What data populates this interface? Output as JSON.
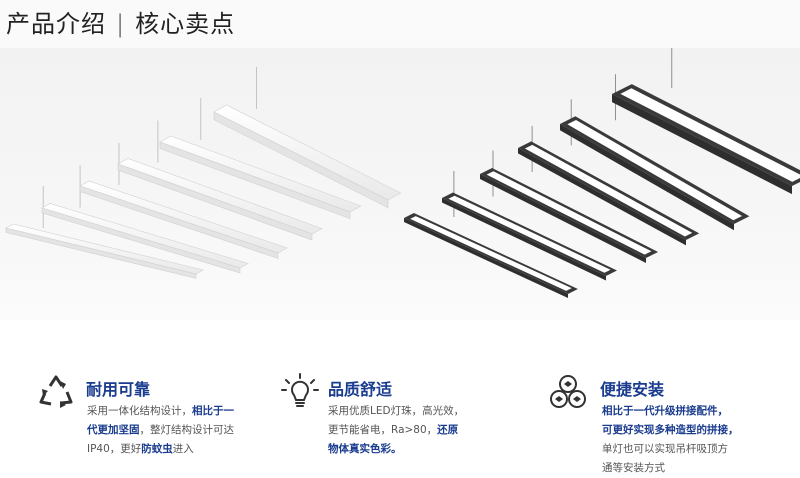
{
  "header": {
    "title_left": "产品介绍",
    "separator": "|",
    "title_right": "核心卖点"
  },
  "hero": {
    "white_fixtures_count": 6,
    "black_fixtures_count": 6
  },
  "features": [
    {
      "icon": "recycle-icon",
      "title": "耐用可靠",
      "line1_a": "采用一体化结构设计，",
      "line1_b": "相比于一",
      "line2_a": "代更加坚固",
      "line2_b": "，整灯结构设计可达",
      "line3_a": "IP40，更好",
      "line3_b": "防蚊虫",
      "line3_c": "进入"
    },
    {
      "icon": "lightbulb-icon",
      "title": "品质舒适",
      "line1": "采用优质LED灯珠，高光效，",
      "line2_a": "更节能省电，Ra>80，",
      "line2_b": "还原",
      "line3": "物体真实色彩。"
    },
    {
      "icon": "splice-icon",
      "title": "便捷安装",
      "line1": "相比于一代升级拼接配件，",
      "line2": "可更好实现多种造型的拼接，",
      "line3": "单灯也可以实现吊杆吸顶方",
      "line4": "通等安装方式"
    }
  ]
}
